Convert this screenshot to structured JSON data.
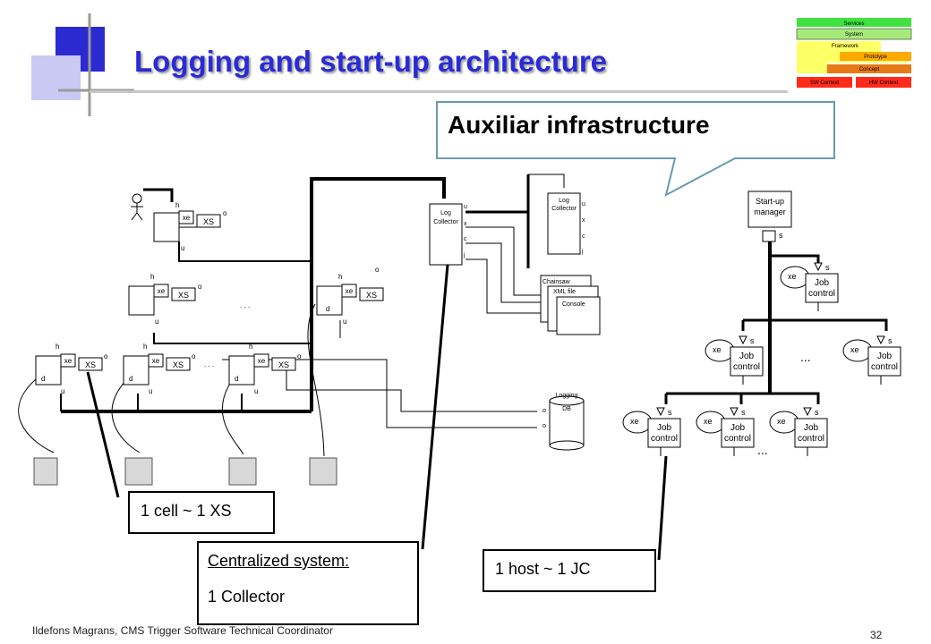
{
  "slide": {
    "title": "Logging and start-up architecture",
    "page_number": "32",
    "footer": "Ildefons Magrans, CMS Trigger Software Technical Coordinator"
  },
  "callout": {
    "text": "Auxiliar infrastructure"
  },
  "notes": {
    "cell": "1 cell ~ 1 XS",
    "centralized_line1": "Centralized system:",
    "centralized_line2": "1 Collector",
    "host": "1 host ~ 1 JC"
  },
  "overview": {
    "layers": [
      "Services",
      "System",
      "Framework",
      "Prototype",
      "Concept",
      "SW Context",
      "HW Context"
    ],
    "colors": {
      "services": "#3fe23f",
      "system": "#a6ea7a",
      "framework": "#ffff66",
      "prototype": "#ffaa00",
      "concept": "#e87a17",
      "context": "#ff2a1a"
    }
  },
  "diagram": {
    "xs_label": "XS",
    "xe_label": "xe",
    "port_h": "h",
    "port_u": "u",
    "port_o": "o",
    "port_d": "d",
    "ellipsis": ". . .",
    "log_collector": "Log\nCollector",
    "chainsaw": "Chainsaw",
    "xml_file": "XML file",
    "console": "Console",
    "logging_db": "Logging\nDB",
    "startup_manager": "Start-up\nmanager",
    "job_control": "Job\ncontrol",
    "port_s": "s",
    "port_x": "x",
    "port_c": "c",
    "port_j": "j",
    "dots": "..."
  },
  "colors": {
    "title": "#2b2bd6",
    "accent_blue": "#2a2ad0",
    "lavender": "#c9c9f4"
  }
}
